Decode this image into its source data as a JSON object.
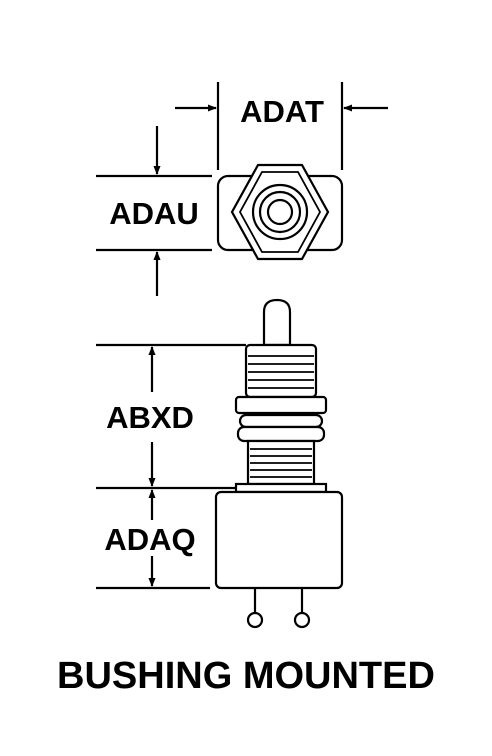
{
  "dimensions": {
    "width_label": "ADAT",
    "height_label": "ADAU",
    "bushing_label": "ABXD",
    "body_label": "ADAQ"
  },
  "caption": "BUSHING MOUNTED"
}
